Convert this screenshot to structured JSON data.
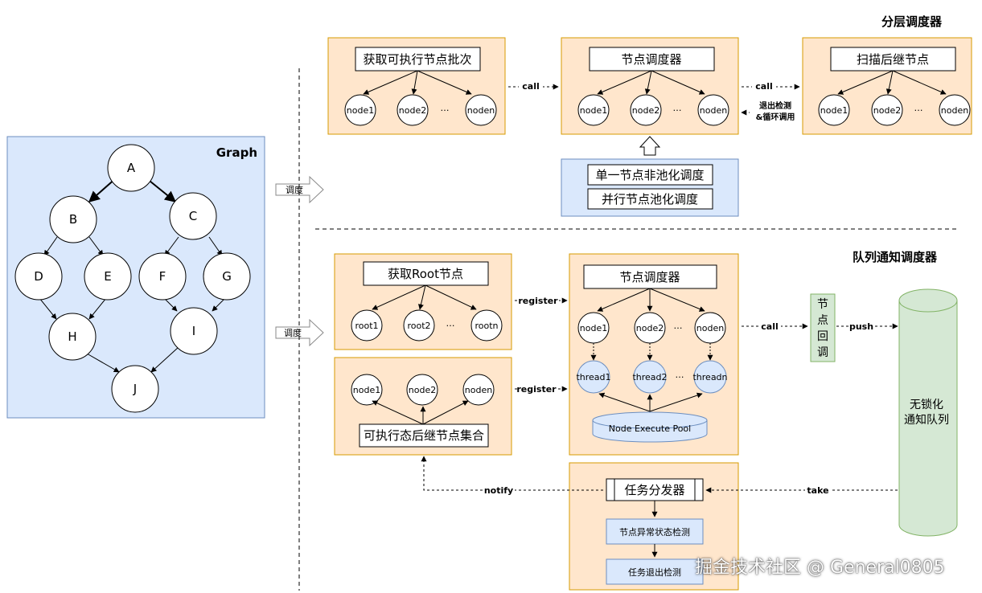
{
  "graph": {
    "label": "Graph",
    "nodes": [
      "A",
      "B",
      "C",
      "D",
      "E",
      "F",
      "G",
      "H",
      "I",
      "J"
    ]
  },
  "schedule_label": "调度",
  "layered": {
    "title": "分层调度器",
    "box1": {
      "title": "获取可执行节点批次",
      "nodes": [
        "node1",
        "node2",
        "…",
        "noden"
      ]
    },
    "box2": {
      "title": "节点调度器",
      "nodes": [
        "node1",
        "node2",
        "…",
        "noden"
      ]
    },
    "box3": {
      "title": "扫描后继节点",
      "nodes": [
        "node1",
        "node2",
        "…",
        "noden"
      ]
    },
    "call1": "call",
    "call2": "call",
    "back_label_1": "退出检测",
    "back_label_2": "&循环调用",
    "pool_options": [
      "单一节点非池化调度",
      "并行节点池化调度"
    ]
  },
  "queue": {
    "title": "队列通知调度器",
    "root_box": {
      "title": "获取Root节点",
      "nodes": [
        "root1",
        "root2",
        "…",
        "rootn"
      ]
    },
    "succ_box": {
      "title": "可执行态后继节点集合",
      "nodes": [
        "node1",
        "node2",
        "noden"
      ]
    },
    "sched_box": {
      "title": "节点调度器",
      "nodes": [
        "node1",
        "node2",
        "…",
        "noden"
      ],
      "threads": [
        "thread1",
        "thread2",
        "…",
        "threadn"
      ],
      "pool": "Node Execute Pool"
    },
    "register1": "register",
    "register2": "register",
    "call": "call",
    "push": "push",
    "take": "take",
    "notify": "notify",
    "callback": [
      "节",
      "点",
      "回",
      "调"
    ],
    "queue_label": [
      "无锁化",
      "通知队列"
    ],
    "dispatcher": {
      "title": "任务分发器",
      "step1": "节点异常状态检测",
      "step2": "任务退出检测"
    }
  },
  "watermark": "掘金技术社区 @ General0805",
  "colors": {
    "graph_bg": "#dae8fc",
    "graph_border": "#6c8ebf",
    "box_bg": "#ffe6cc",
    "box_border": "#d79b00",
    "green_bg": "#d5e8d4",
    "green_border": "#82b366"
  }
}
